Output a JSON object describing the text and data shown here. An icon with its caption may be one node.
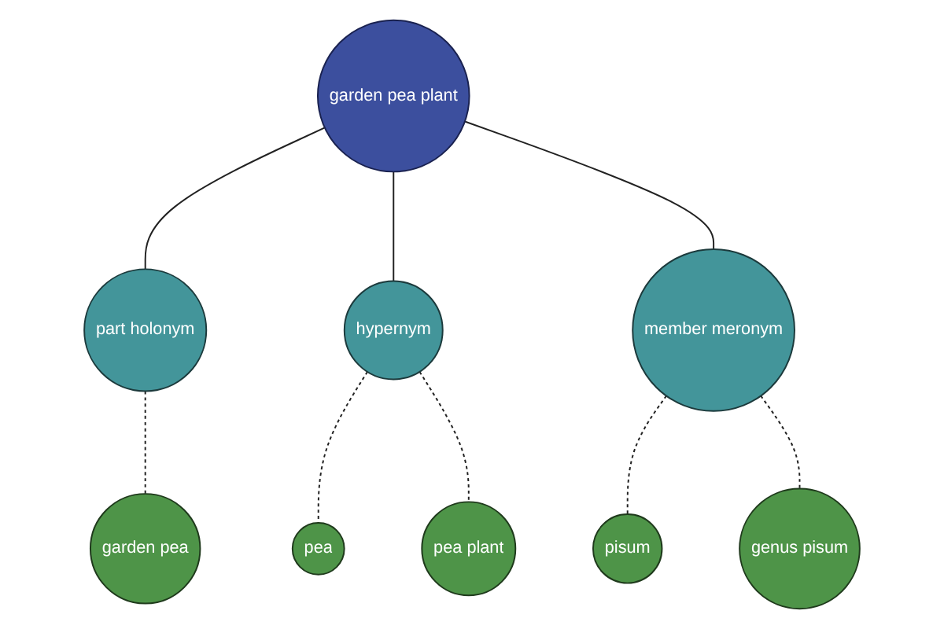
{
  "diagram": {
    "nodes": [
      {
        "text": [
          "garden pea"
        ]
      },
      {
        "text": [
          "part holonym"
        ]
      },
      {
        "text": [
          "garden pea plant"
        ]
      },
      {
        "text": [
          "hypernym"
        ]
      },
      {
        "text": [
          "pea"
        ]
      },
      {
        "text": [
          "pea plant"
        ]
      },
      {
        "text": [
          "member meronym"
        ]
      },
      {
        "text": [
          "pisum"
        ]
      },
      {
        "text": [
          "genus pisum"
        ]
      }
    ],
    "edges": [
      {
        "from": 2,
        "to": 1,
        "arrow": "none"
      },
      {
        "from": 1,
        "to": 0,
        "arrow": "none",
        "style": "dashed"
      },
      {
        "from": 2,
        "to": 3,
        "arrow": "none"
      },
      {
        "from": 3,
        "to": 4,
        "arrow": "none",
        "style": "dashed"
      },
      {
        "from": 3,
        "to": 5,
        "arrow": "none",
        "style": "dashed"
      },
      {
        "from": 2,
        "to": 6,
        "arrow": "none"
      },
      {
        "from": 6,
        "to": 7,
        "arrow": "none",
        "style": "dashed"
      },
      {
        "from": 6,
        "to": 8,
        "arrow": "none",
        "style": "dashed"
      }
    ]
  }
}
